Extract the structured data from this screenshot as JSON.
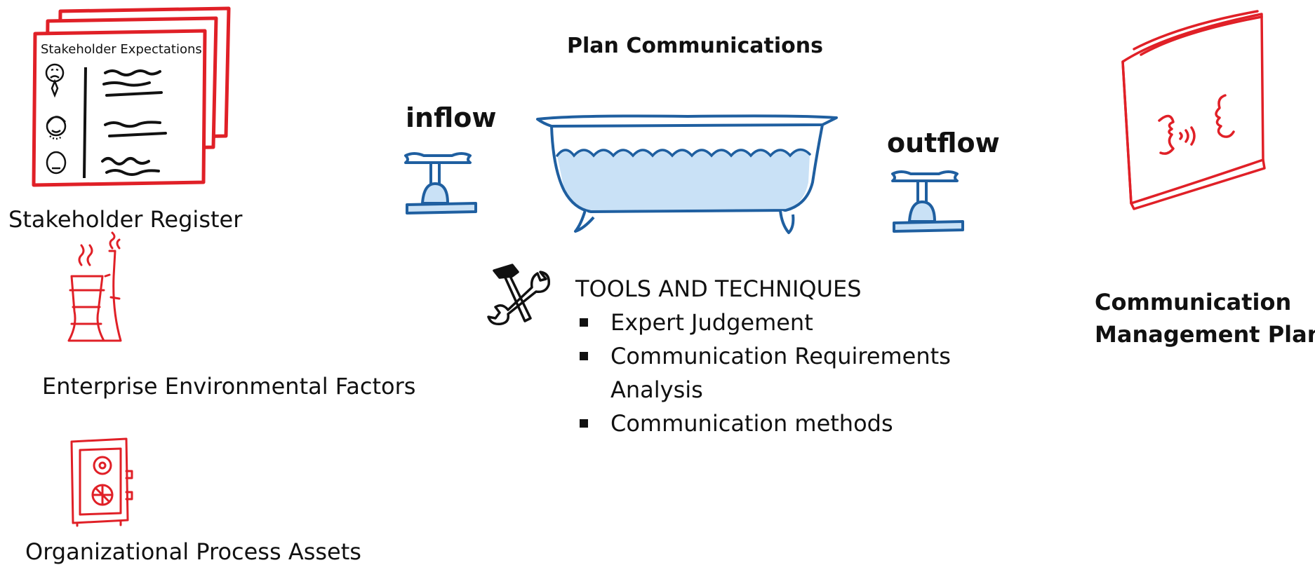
{
  "process_title": "Plan Communications",
  "inflow_label": "inflow",
  "outflow_label": "outflow",
  "inputs": {
    "stakeholder_register": {
      "doc_title": "Stakeholder Expectations",
      "label": "Stakeholder Register"
    },
    "enterprise_environmental_factors": {
      "label": "Enterprise Environmental Factors"
    },
    "organizational_process_assets": {
      "label": "Organizational Process Assets"
    }
  },
  "tools_and_techniques": {
    "heading": "TOOLS AND TECHNIQUES",
    "items": [
      "Expert Judgement",
      "Communication Requirements",
      "Communication methods"
    ],
    "item_2_continuation": "Analysis"
  },
  "output": {
    "label_line1": "Communication",
    "label_line2": "Management Plan"
  },
  "colors": {
    "input_red": "#e02027",
    "tub_blue": "#1f5fa0",
    "water_blue": "#c9e1f6",
    "text": "#111111"
  },
  "icons": [
    "document-stack-icon",
    "factory-icon",
    "safe-icon",
    "bathtub-icon",
    "faucet-icon",
    "tools-icon",
    "book-icon"
  ]
}
